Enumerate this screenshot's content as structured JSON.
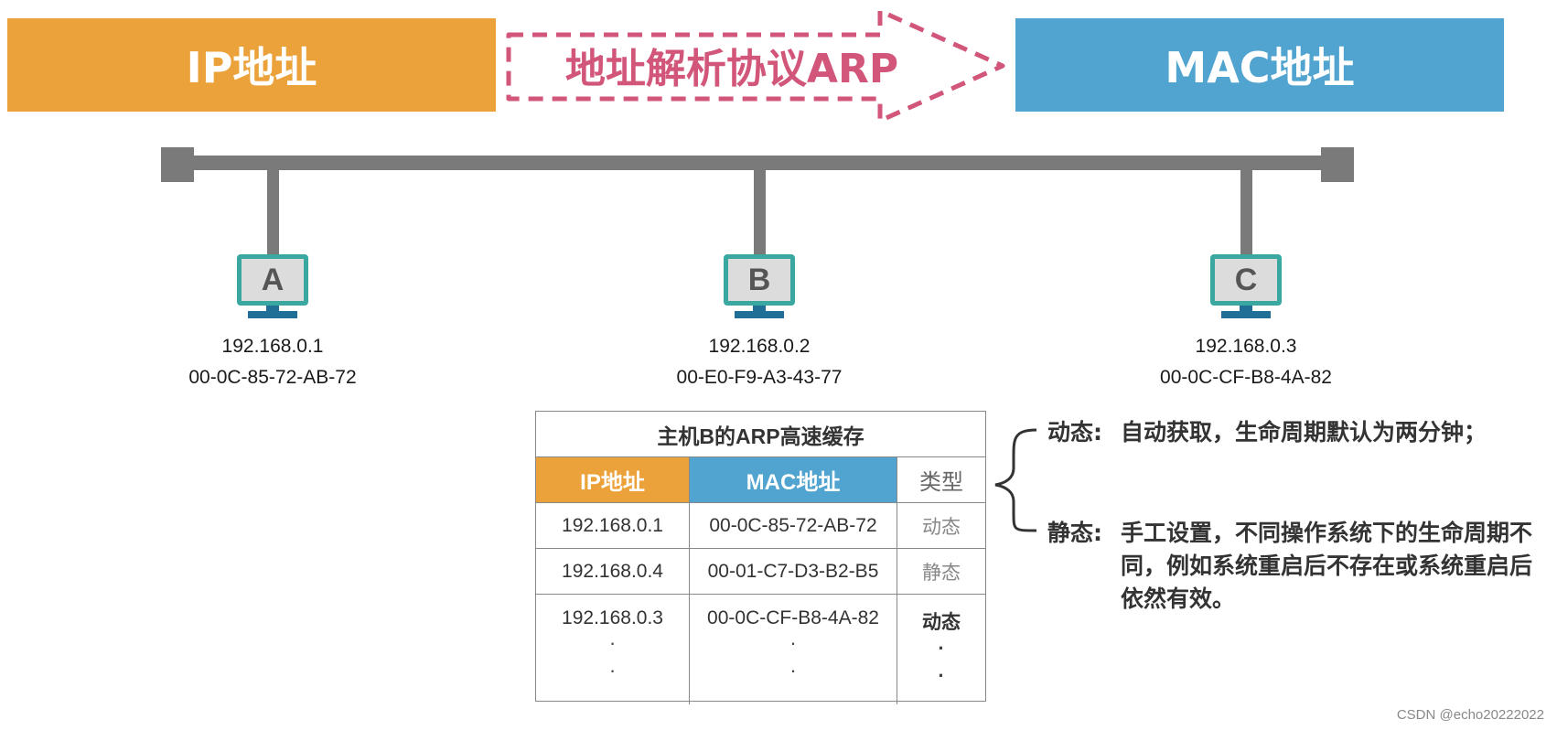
{
  "banner": {
    "ip_label": "IP地址",
    "arp_label": "地址解析协议ARP",
    "mac_label": "MAC地址"
  },
  "hosts": [
    {
      "letter": "A",
      "ip": "192.168.0.1",
      "mac": "00-0C-85-72-AB-72"
    },
    {
      "letter": "B",
      "ip": "192.168.0.2",
      "mac": "00-E0-F9-A3-43-77"
    },
    {
      "letter": "C",
      "ip": "192.168.0.3",
      "mac": "00-0C-CF-B8-4A-82"
    }
  ],
  "arp_table": {
    "caption": "主机B的ARP高速缓存",
    "headers": [
      "IP地址",
      "MAC地址",
      "类型"
    ],
    "rows": [
      {
        "ip": "192.168.0.1",
        "mac": "00-0C-85-72-AB-72",
        "type": "动态"
      },
      {
        "ip": "192.168.0.4",
        "mac": "00-01-C7-D3-B2-B5",
        "type": "静态"
      },
      {
        "ip": "192.168.0.3",
        "mac": "00-0C-CF-B8-4A-82",
        "type": "动态"
      }
    ],
    "ellipsis": "·"
  },
  "notes": {
    "dynamic_term": "动态:",
    "dynamic_text": "自动获取，生命周期默认为两分钟；",
    "static_term": "静态:",
    "static_text": "手工设置，不同操作系统下的生命周期不同，例如系统重启后不存在或系统重启后依然有效。"
  },
  "watermark": "CSDN @echo20222022",
  "colors": {
    "ip_orange": "#eca23a",
    "mac_blue": "#50a4cf",
    "arrow_pink": "#d2567a",
    "bus_gray": "#7a7a7a",
    "monitor_teal": "#3aa8a0",
    "stand_navy": "#1f6f97"
  }
}
